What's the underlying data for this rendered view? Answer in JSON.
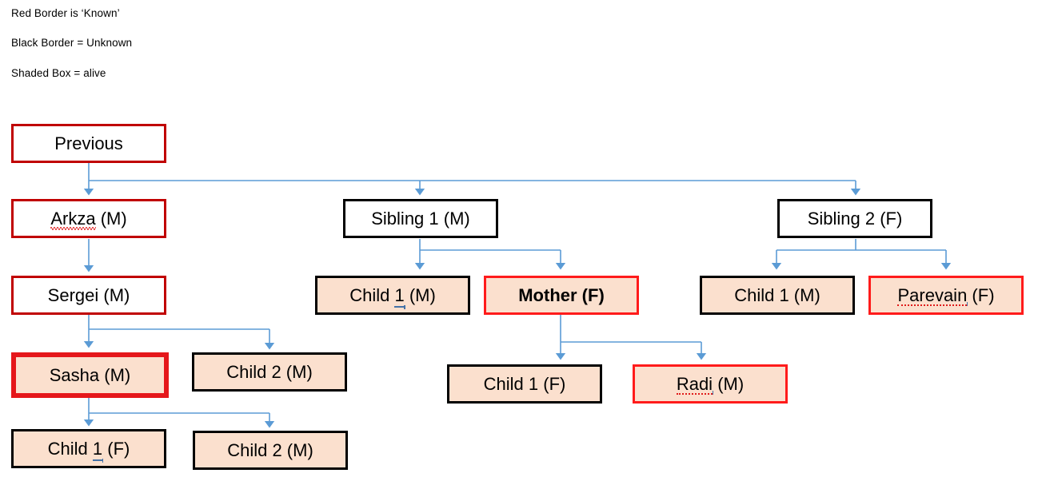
{
  "legend": {
    "lines": [
      "Red Border is ‘Known’",
      "Black Border = Unknown",
      "Shaded Box = alive"
    ]
  },
  "colors": {
    "connector": "#5B9BD5",
    "border_black": "#000000",
    "border_dark_red": "#C00000",
    "border_bright_red": "#FF1B1B",
    "border_thick_red": "#E5171B",
    "fill_shaded": "#FBE0CE",
    "fill_plain": "#FFFFFF",
    "spellcheck_red": "#E01B1B",
    "grammar_blue": "#4472A8",
    "text": "#000000"
  },
  "nodes": {
    "previous": {
      "label": "Previous",
      "border": "dark-red",
      "fill": "white",
      "bold": false
    },
    "arkza": {
      "label": "Arkza (M)",
      "label_part_a": "Arkza",
      "label_part_b": " (M)",
      "border": "dark-red",
      "fill": "white",
      "bold": false
    },
    "sibling1": {
      "label": "Sibling 1 (M)",
      "border": "black",
      "fill": "white",
      "bold": false
    },
    "sibling2": {
      "label": "Sibling 2 (F)",
      "border": "black",
      "fill": "white",
      "bold": false
    },
    "sergei": {
      "label": "Sergei (M)",
      "border": "dark-red",
      "fill": "white",
      "bold": false
    },
    "s1_child1": {
      "label": "Child 1  (M)",
      "label_part_a": "Child ",
      "label_part_b": "1 ",
      "label_part_c": " (M)",
      "border": "black",
      "fill": "shaded",
      "bold": false
    },
    "mother": {
      "label": "Mother (F)",
      "border": "bright-red",
      "fill": "shaded",
      "bold": true
    },
    "s2_child1": {
      "label": "Child 1 (M)",
      "border": "black",
      "fill": "shaded",
      "bold": false
    },
    "parevain": {
      "label": "Parevain  (F)",
      "label_part_a": "Parevain",
      "label_part_b": " ",
      "label_part_c": " (F)",
      "border": "bright-red",
      "fill": "shaded",
      "bold": false
    },
    "sasha": {
      "label": "Sasha (M)",
      "border": "thick-red",
      "fill": "shaded",
      "bold": false
    },
    "sergei_child2": {
      "label": "Child 2 (M)",
      "border": "black",
      "fill": "shaded",
      "bold": false
    },
    "mother_child1": {
      "label": "Child 1 (F)",
      "border": "black",
      "fill": "shaded",
      "bold": false
    },
    "radi": {
      "label": "Radi  (M)",
      "label_part_a": "Radi",
      "label_part_b": " ",
      "label_part_c": " (M)",
      "border": "bright-red",
      "fill": "shaded",
      "bold": false
    },
    "sasha_child1": {
      "label": "Child 1  (F)",
      "label_part_a": "Child ",
      "label_part_b": "1 ",
      "label_part_c": " (F)",
      "border": "black",
      "fill": "shaded",
      "bold": false
    },
    "sasha_child2": {
      "label": "Child 2 (M)",
      "border": "black",
      "fill": "shaded",
      "bold": false
    }
  }
}
